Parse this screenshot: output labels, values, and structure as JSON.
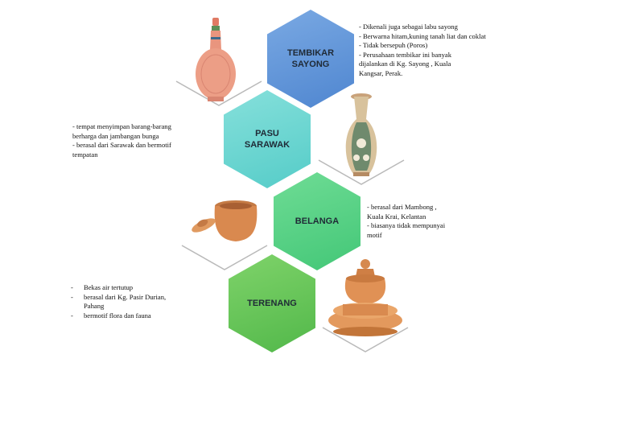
{
  "hexagons": [
    {
      "label": "TEMBIKAR\nSAYONG",
      "color": "#5b8fd6"
    },
    {
      "label": "PASU\nSARAWAK",
      "color": "#5fd0cb"
    },
    {
      "label": "BELANGA",
      "color": "#4fcf7e"
    },
    {
      "label": "TERENANG",
      "color": "#5ec24f"
    }
  ],
  "pottery_images": [
    {
      "icon": "tembikar-sayong-labu-jar"
    },
    {
      "icon": "pasu-sarawak-vase"
    },
    {
      "icon": "belanga-pot"
    },
    {
      "icon": "terenang-jar"
    }
  ],
  "descriptions": {
    "tembikar_sayong": [
      "- Dikenali juga sebagai labu sayong",
      "- Berwarna hitam,kuning tanah liat dan coklat",
      "- Tidak bersepuh (Poros)",
      "- Perusahaan tembikar ini banyak",
      "dijalankan di Kg. Sayong , Kuala",
      "Kangsar, Perak."
    ],
    "pasu_sarawak": [
      "- tempat menyimpan barang-barang",
      "berharga dan jambangan bunga",
      "- berasal dari Sarawak dan bermotif",
      "tempatan"
    ],
    "belanga": [
      "- berasal dari Mambong ,",
      "Kuala Krai, Kelantan",
      "- biasanya tidak mempunyai",
      "motif"
    ],
    "terenang": [
      "Bekas air tertutup",
      "berasal dari Kg. Pasir Durian,",
      "Pahang",
      "bermotif flora dan fauna"
    ]
  }
}
